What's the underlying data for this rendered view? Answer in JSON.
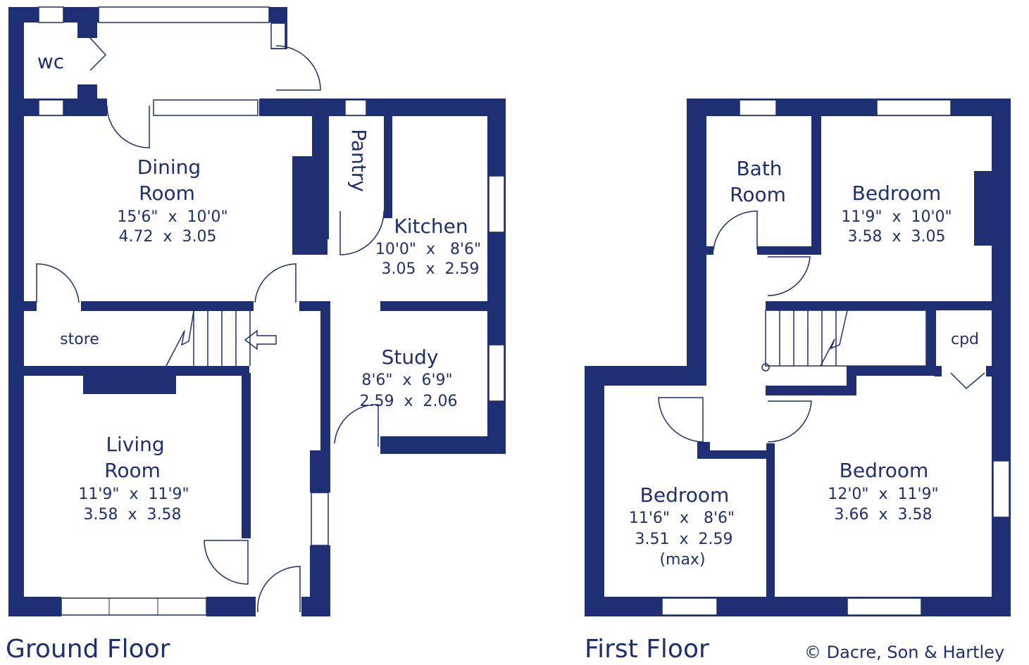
{
  "rooms": {
    "wc": {
      "name": "wc"
    },
    "dining": {
      "name1": "Dining",
      "name2": "Room",
      "dim_imperial": "15'6\"  x  10'0\"",
      "dim_metric": "4.72  x  3.05"
    },
    "pantry": {
      "name": "Pantry"
    },
    "kitchen": {
      "name": "Kitchen",
      "dim_imperial": "10'0\"  x   8'6\"",
      "dim_metric": "3.05  x  2.59"
    },
    "store": {
      "name": "store"
    },
    "study": {
      "name": "Study",
      "dim_imperial": "8'6\"  x  6'9\"",
      "dim_metric": "2.59  x  2.06"
    },
    "living": {
      "name1": "Living",
      "name2": "Room",
      "dim_imperial": "11'9\"  x  11'9\"",
      "dim_metric": "3.58  x  3.58"
    },
    "bath": {
      "name1": "Bath",
      "name2": "Room"
    },
    "bed1": {
      "name": "Bedroom",
      "dim_imperial": "11'9\"  x  10'0\"",
      "dim_metric": "3.58  x  3.05"
    },
    "cpd": {
      "name": "cpd"
    },
    "bed2": {
      "name": "Bedroom",
      "dim_imperial": "12'0\"  x  11'9\"",
      "dim_metric": "3.66  x  3.58"
    },
    "bed3": {
      "name": "Bedroom",
      "dim_imperial": "11'6\"  x   8'6\"",
      "dim_metric": "3.51  x  2.59",
      "note": "(max)"
    }
  },
  "labels": {
    "ground_floor": "Ground Floor",
    "first_floor": "First Floor",
    "copyright": "© Dacre, Son & Hartley"
  },
  "colors": {
    "wall": "#1e2f73",
    "background": "#ffffff"
  }
}
